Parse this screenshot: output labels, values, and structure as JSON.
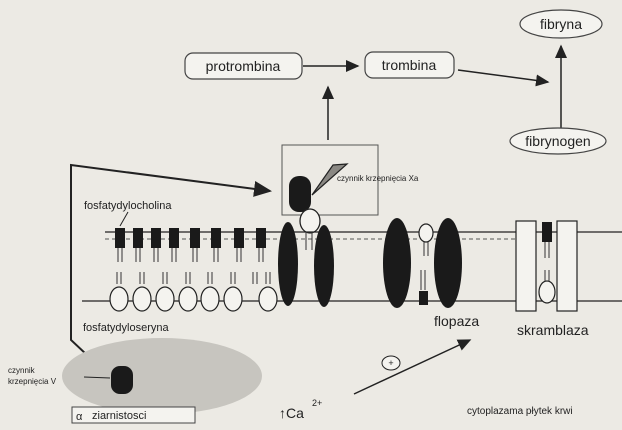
{
  "labels": {
    "protrombina": "protrombina",
    "trombina": "trombina",
    "fibryna": "fibryna",
    "fibrynogen": "fibrynogen",
    "factor_xa": "czynnik krzepnięcia Xa",
    "phosphatidylcholine": "fosfatydylocholina",
    "phosphatidylserine": "fosfatydyloseryna",
    "flopaza": "flopaza",
    "skramblaza": "skramblaza",
    "factor_v_line1": "czynnik",
    "factor_v_line2": "krzepnięcia V",
    "alpha": "α",
    "granules": "ziarnistosci",
    "ca_arrow": "↑Ca",
    "ca_sup": "2+",
    "plus": "+",
    "cytoplasm": "cytoplazama płytek krwi"
  },
  "colors": {
    "background": "#eceae4",
    "ink": "#222222",
    "protein_dark": "#1a1a1a",
    "granule_fill": "#c7c5bf"
  }
}
